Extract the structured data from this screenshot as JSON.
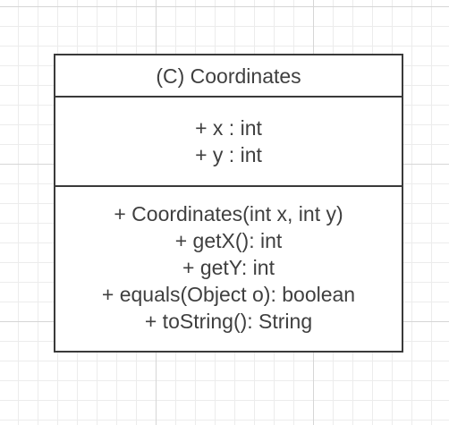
{
  "class": {
    "title": "(C) Coordinates",
    "attributes": [
      "+ x : int",
      "+ y : int"
    ],
    "methods": [
      "+ Coordinates(int x, int y)",
      "+ getX(): int",
      "+ getY: int",
      "+ equals(Object o): boolean",
      "+ toString(): String"
    ]
  },
  "colors": {
    "border": "#3a3a3a",
    "text": "#3f3f3f",
    "grid": "#ececec"
  }
}
